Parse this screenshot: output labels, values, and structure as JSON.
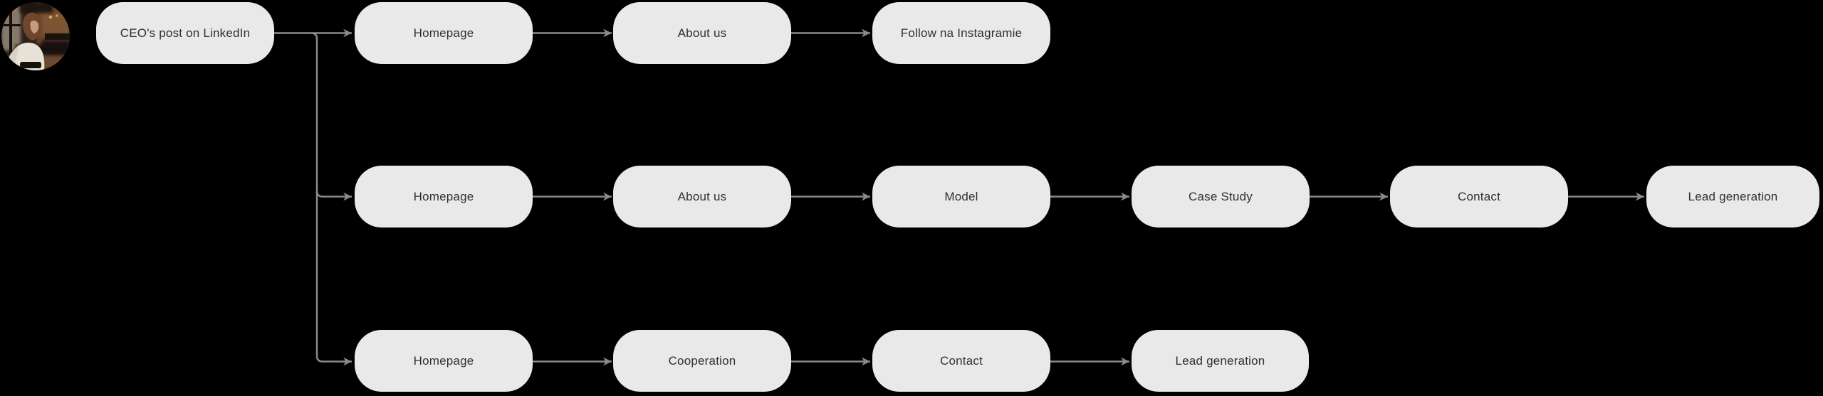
{
  "colors": {
    "background": "#000000",
    "node_fill": "#e9e9e9",
    "node_text": "#303030",
    "connector": "#8a8a8a"
  },
  "avatar": {
    "icon": "ceo-profile-photo"
  },
  "diagram": {
    "source": {
      "label": "CEO's post on LinkedIn"
    },
    "rows": [
      {
        "nodes": [
          "Homepage",
          "About us",
          "Follow na Instagramie"
        ]
      },
      {
        "nodes": [
          "Homepage",
          "About us",
          "Model",
          "Case Study",
          "Contact",
          "Lead generation"
        ]
      },
      {
        "nodes": [
          "Homepage",
          "Cooperation",
          "Contact",
          "Lead generation"
        ]
      }
    ]
  }
}
